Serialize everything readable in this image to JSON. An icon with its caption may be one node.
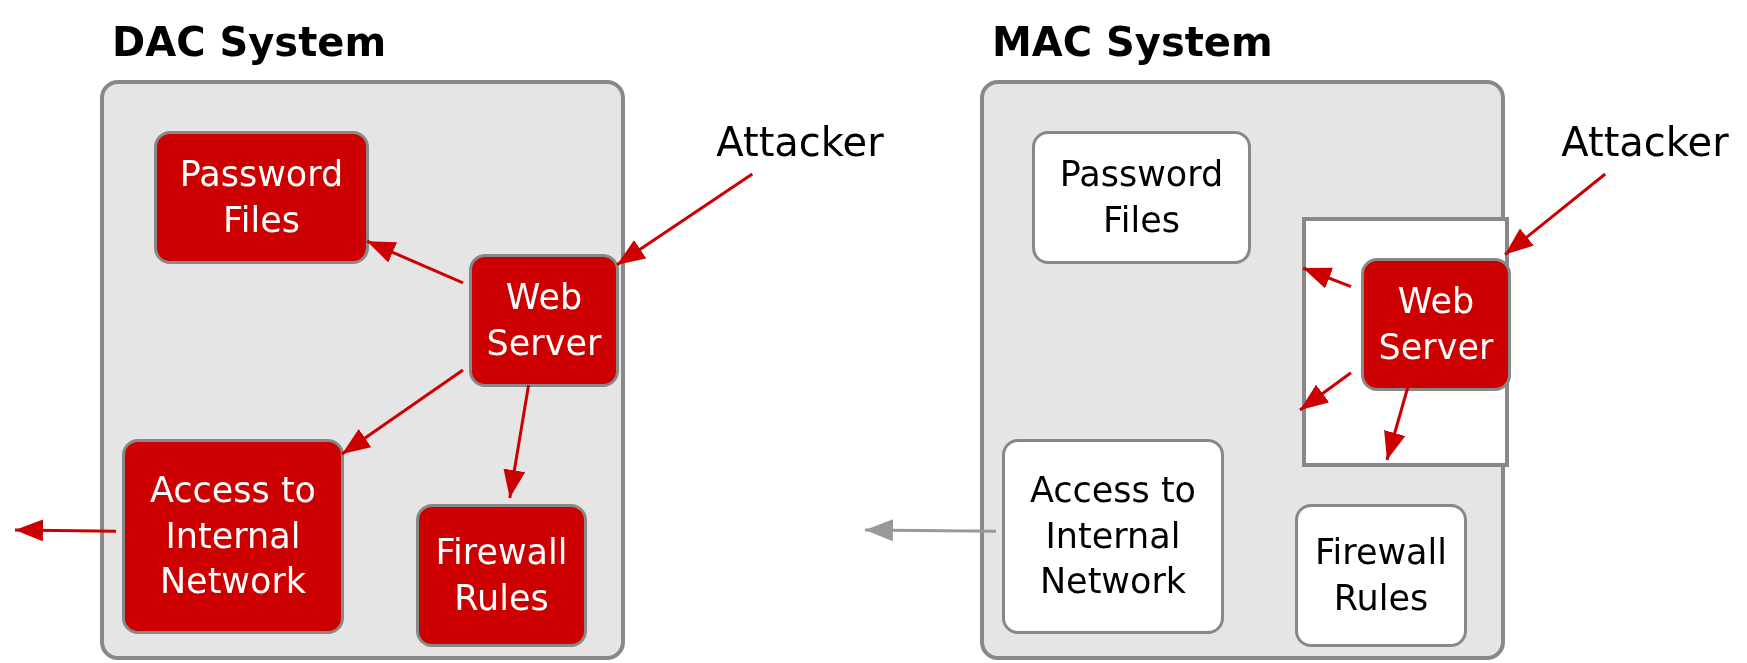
{
  "diagram": {
    "nodes": [
      {
        "text": [
          "DAC System"
        ]
      },
      {
        "text": [
          "Password Files"
        ],
        "in": 0
      },
      {
        "text": [
          "Web Server"
        ],
        "in": 0
      },
      {
        "text": [
          "Access to Internal Network"
        ],
        "in": 0
      },
      {
        "text": [
          "Firewall Rules"
        ],
        "in": 0
      },
      {
        "text": [
          "Attacker"
        ]
      },
      {
        "text": [
          "MAC System"
        ]
      },
      {
        "text": [
          "Password Files"
        ],
        "in": 6
      },
      {
        "text": [
          "Access to Internal Network"
        ],
        "in": 6
      },
      {
        "text": [
          "Firewall Rules"
        ],
        "in": 6
      },
      {
        "text": [],
        "shape": "box",
        "in": 6
      },
      {
        "text": [
          "Web Server"
        ],
        "in": 10
      },
      {
        "text": [
          "Attacker"
        ]
      }
    ],
    "edges": [
      {
        "from": 5,
        "to": 2,
        "arrow": "to"
      },
      {
        "from": 2,
        "to": 1,
        "arrow": "to"
      },
      {
        "from": 2,
        "to": 3,
        "arrow": "to"
      },
      {
        "from": 2,
        "to": 4,
        "arrow": "to"
      },
      {
        "from": 3,
        "to": null,
        "arrow": "to"
      },
      {
        "from": 12,
        "to": 11,
        "arrow": "to"
      },
      {
        "from": 11,
        "to": null,
        "arrow": "to"
      },
      {
        "from": 11,
        "to": null,
        "arrow": "to"
      },
      {
        "from": 11,
        "to": null,
        "arrow": "to"
      },
      {
        "from": 8,
        "to": null,
        "arrow": "to",
        "color": "#999999"
      }
    ]
  }
}
